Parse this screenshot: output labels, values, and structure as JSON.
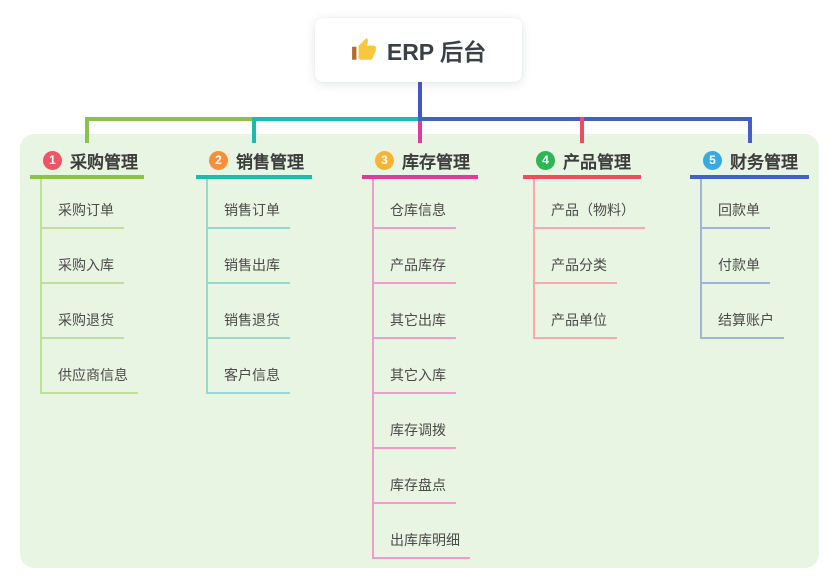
{
  "root": {
    "label": "ERP 后台",
    "icon": "thumbs-up-icon",
    "line_color": "#4557c8"
  },
  "canvas": {
    "background": "#ffffff",
    "panel_background": "#e9f5e3"
  },
  "branches": [
    {
      "number": "1",
      "title": "采购管理",
      "badge_color": "#ee5567",
      "line_color": "#8bc34a",
      "child_line_color": "#bfdf9b",
      "children": [
        "采购订单",
        "采购入库",
        "采购退货",
        "供应商信息"
      ]
    },
    {
      "number": "2",
      "title": "销售管理",
      "badge_color": "#f88f3e",
      "line_color": "#19bcae",
      "child_line_color": "#93dbd1",
      "children": [
        "销售订单",
        "销售出库",
        "销售退货",
        "客户信息"
      ]
    },
    {
      "number": "3",
      "title": "库存管理",
      "badge_color": "#f8b435",
      "line_color": "#e03a9e",
      "child_line_color": "#f29bca",
      "children": [
        "仓库信息",
        "产品库存",
        "其它出库",
        "其它入库",
        "库存调拨",
        "库存盘点",
        "出库库明细"
      ]
    },
    {
      "number": "4",
      "title": "产品管理",
      "badge_color": "#2eb554",
      "line_color": "#f44a5e",
      "child_line_color": "#faa7b0",
      "children": [
        "产品（物料）",
        "产品分类",
        "产品单位"
      ]
    },
    {
      "number": "5",
      "title": "财务管理",
      "badge_color": "#39a9e1",
      "line_color": "#4161c6",
      "child_line_color": "#a0b2df",
      "children": [
        "回款单",
        "付款单",
        "结算账户"
      ]
    }
  ]
}
